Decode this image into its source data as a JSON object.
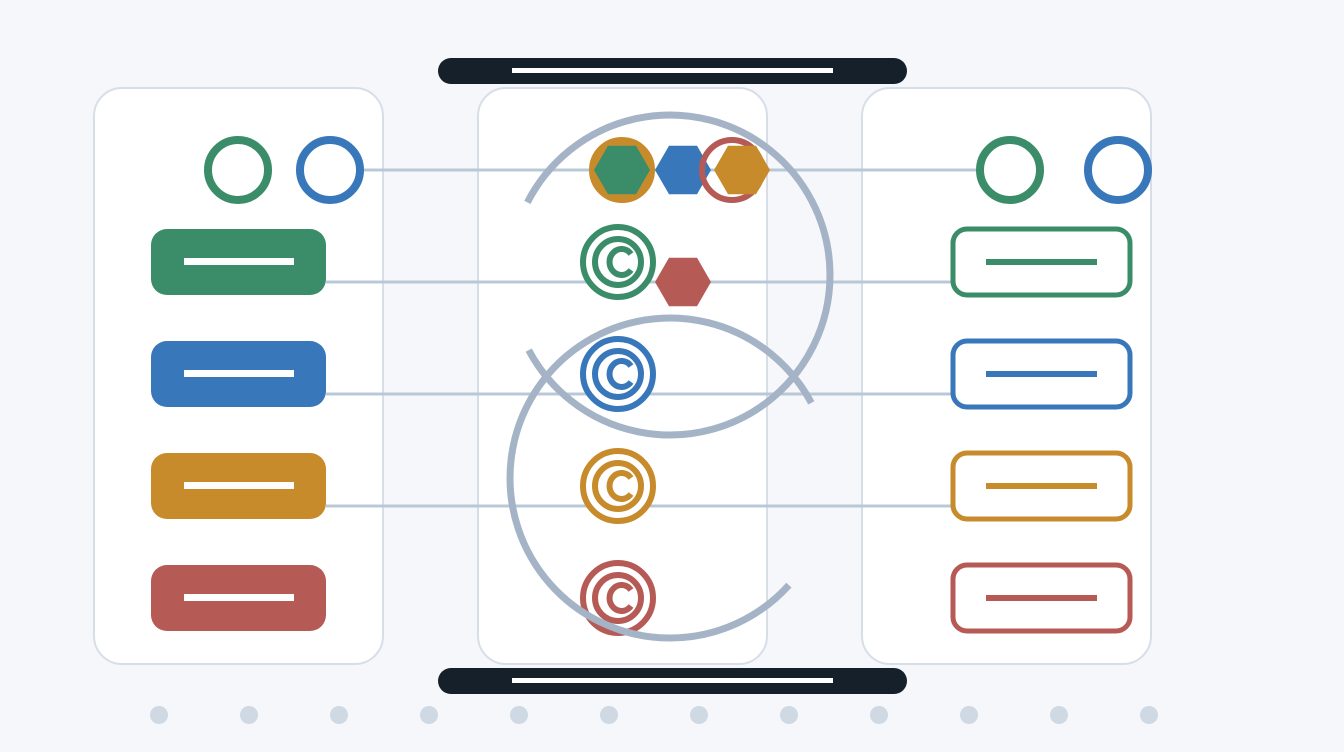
{
  "palette": {
    "background": "#f5f7fa",
    "panel_fill": "#ffffff",
    "panel_stroke": "#d7dee8",
    "connector": "#b9c8d8",
    "arc": "#a4b4c6",
    "bar": "#16202a",
    "bar_line": "#ffffff",
    "dot": "#cfd9e3",
    "green": "#3a8d68",
    "blue": "#3877ba",
    "orange": "#c78b2c",
    "red": "#b65a55"
  },
  "header_circles": {
    "left": [
      "green",
      "blue"
    ],
    "right": [
      "green",
      "blue"
    ]
  },
  "header_hexagons": [
    {
      "color": "green",
      "ring": "orange"
    },
    {
      "color": "blue",
      "ring": null
    },
    {
      "color": "orange",
      "ring": "red"
    }
  ],
  "rows": [
    {
      "color": "green",
      "extra_hexagon": "red"
    },
    {
      "color": "blue",
      "extra_hexagon": null
    },
    {
      "color": "orange",
      "extra_hexagon": null
    },
    {
      "color": "red",
      "extra_hexagon": null
    }
  ],
  "footer_dot_count": 12
}
